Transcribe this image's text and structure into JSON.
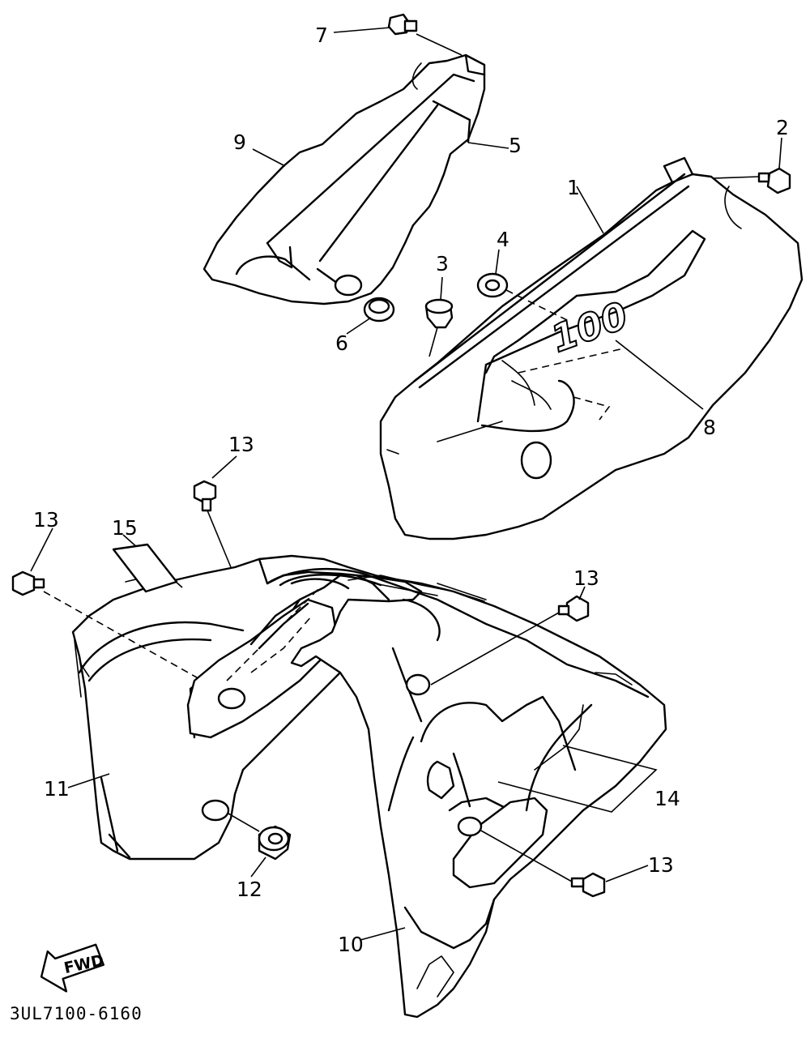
{
  "diagram": {
    "drawing_code": "3UL7100-6160",
    "fwd_label": "FWD",
    "callouts": [
      {
        "id": "c1",
        "label": "1"
      },
      {
        "id": "c2",
        "label": "2"
      },
      {
        "id": "c3",
        "label": "3"
      },
      {
        "id": "c4",
        "label": "4"
      },
      {
        "id": "c5",
        "label": "5"
      },
      {
        "id": "c6",
        "label": "6"
      },
      {
        "id": "c7",
        "label": "7"
      },
      {
        "id": "c8",
        "label": "8"
      },
      {
        "id": "c9",
        "label": "9"
      },
      {
        "id": "c10",
        "label": "10"
      },
      {
        "id": "c11",
        "label": "11"
      },
      {
        "id": "c12",
        "label": "12"
      },
      {
        "id": "c13a",
        "label": "13"
      },
      {
        "id": "c13b",
        "label": "13"
      },
      {
        "id": "c13c",
        "label": "13"
      },
      {
        "id": "c13d",
        "label": "13"
      },
      {
        "id": "c14",
        "label": "14"
      },
      {
        "id": "c15",
        "label": "15"
      }
    ],
    "side_cover_emblem": "100"
  }
}
